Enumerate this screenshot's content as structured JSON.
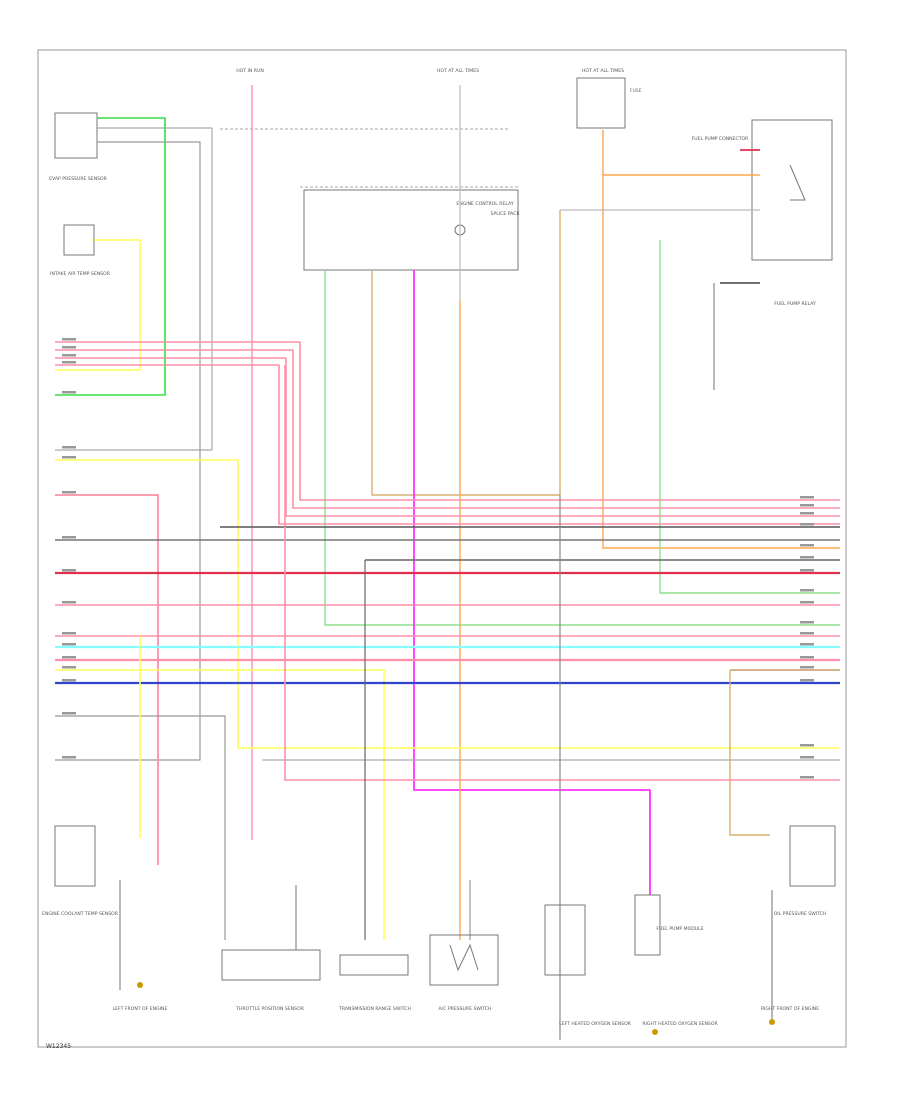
{
  "diagram": {
    "footer_code": "W12345",
    "colors": {
      "frame": "#999999",
      "pink": "#ff8fa8",
      "red": "#e0304e",
      "dark": "#555555",
      "black": "#222222",
      "gray": "#aaaaaa",
      "lightgray": "#cfcfcf",
      "green": "#33dd44",
      "lightgreen": "#8ee08e",
      "yellow": "#ffff55",
      "tan": "#d8b070",
      "orange": "#ffa64d",
      "magenta": "#ff33ff",
      "cyan": "#88ffff",
      "blue": "#3344cc",
      "ltblue": "#8899ee"
    },
    "labels": {
      "hot_run_1": "HOT IN RUN",
      "hot_run_2": "HOT AT ALL TIMES",
      "hot_all_times": "HOT AT ALL TIMES",
      "crank_relay": "ENGINE CONTROL RELAY",
      "fuel_pump_conn": "FUEL PUMP CONNECTOR",
      "evap_sensor": "EVAP PRESSURE SENSOR",
      "intake_air_temp": "INTAKE AIR TEMP SENSOR",
      "splice_pack": "SPLICE PACK",
      "fuel_pump_relay": "FUEL PUMP RELAY",
      "ground_left": "LEFT FRONT OF ENGINE",
      "throttle_sensor": "THROTTLE POSITION SENSOR",
      "trans_range": "TRANSMISSION RANGE SWITCH",
      "ac_pressure": "A/C PRESSURE SWITCH",
      "left_heated_o2": "LEFT HEATED OXYGEN SENSOR",
      "right_heated_o2": "RIGHT HEATED OXYGEN SENSOR",
      "fuel_pump_module": "FUEL PUMP MODULE",
      "oil_pressure": "OIL PRESSURE SWITCH",
      "coolant_temp": "ENGINE COOLANT TEMP SENSOR",
      "ground_right": "RIGHT FRONT OF ENGINE"
    }
  }
}
